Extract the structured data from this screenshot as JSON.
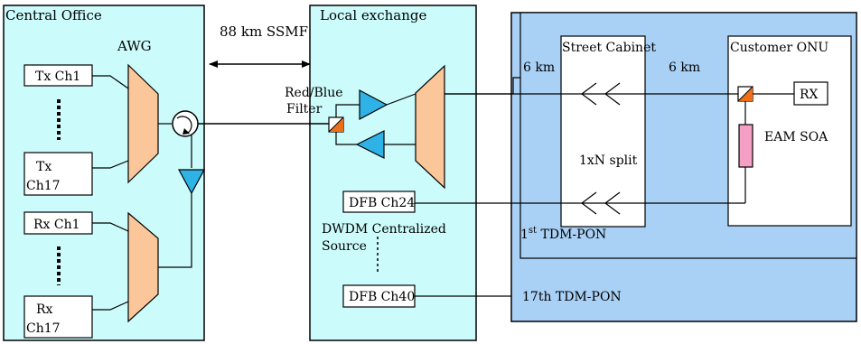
{
  "colors": {
    "panel_cyan": "#ccfbfb",
    "panel_blue": "#a9d0f5",
    "awg_orange": "#fbc79a",
    "amplifier_blue": "#2fb3e6",
    "splitter_orange": "#ee6f1a",
    "eam_pink": "#f4a0c4",
    "line": "#000000"
  },
  "central_office": {
    "title": "Central Office",
    "awg_label": "AWG",
    "tx_ch1": "Tx Ch1",
    "tx_ch17_line1": "Tx",
    "tx_ch17_line2": "Ch17",
    "rx_ch1": "Rx Ch1",
    "rx_ch17_line1": "Rx",
    "rx_ch17_line2": "Ch17"
  },
  "link": {
    "fiber_label": "88 km SSMF"
  },
  "local_exchange": {
    "title": "Local exchange",
    "filter_line1": "Red/Blue",
    "filter_line2": "Filter",
    "dfb_ch24": "DFB Ch24",
    "dfb_ch40": "DFB Ch40",
    "source_line1": "DWDM Centralized",
    "source_line2": "Source"
  },
  "access": {
    "distance_left": "6 km",
    "distance_right": "6 km",
    "street_cabinet": "Street Cabinet",
    "split_label": "1xN split",
    "customer_onu": "Customer ONU",
    "rx_label": "RX",
    "eam_soa": "EAM SOA",
    "pon1_prefix": "1",
    "pon1_sup": "st",
    "pon1_suffix": " TDM-PON",
    "pon17": "17th TDM-PON"
  }
}
